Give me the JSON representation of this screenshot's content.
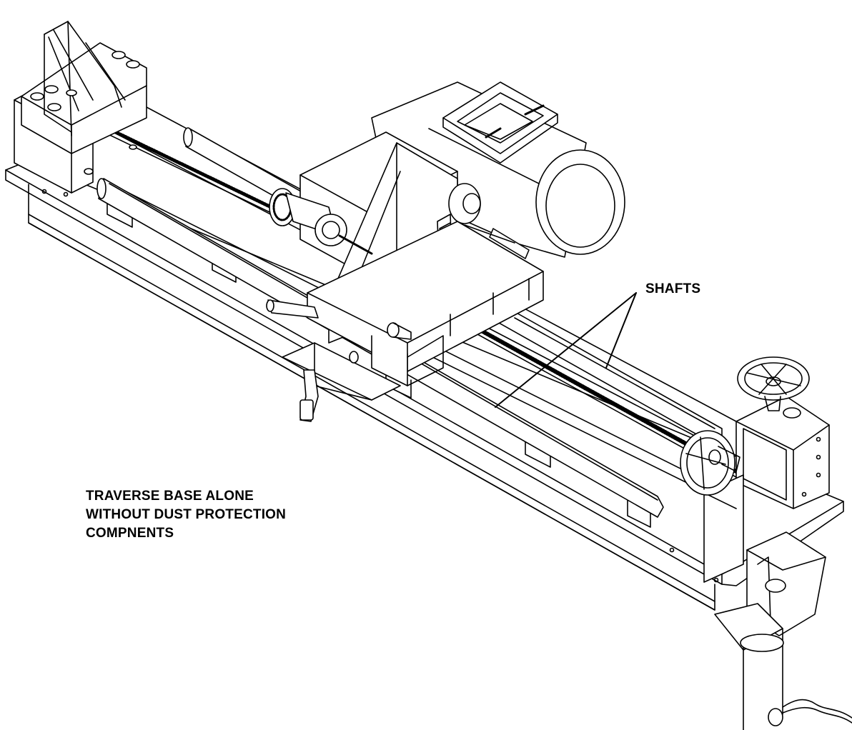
{
  "labels": {
    "shafts": "SHAFTS",
    "caption": {
      "line1": "TRAVERSE BASE ALONE",
      "line2": "WITHOUT DUST PROTECTION",
      "line3": "COMPNENTS"
    }
  },
  "colors": {
    "line": "#000000",
    "background": "#ffffff"
  }
}
